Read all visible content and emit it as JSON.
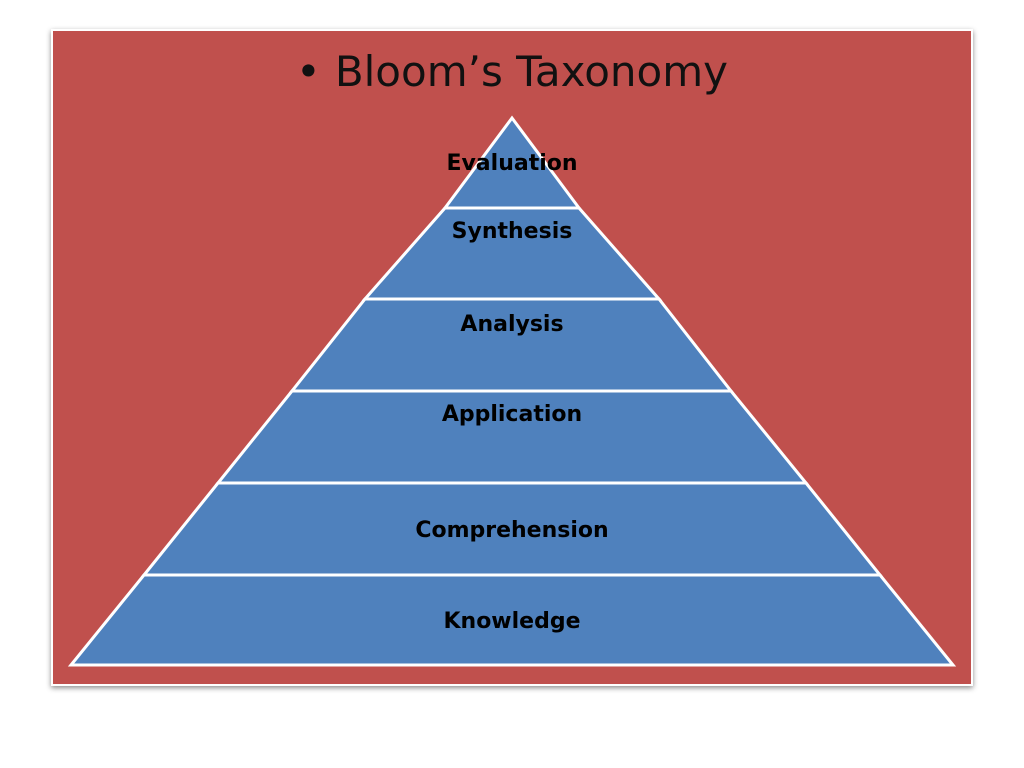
{
  "title": "Bloom’s Taxonomy",
  "bullet": "•",
  "colors": {
    "panel_background": "#c0504d",
    "tier_fill": "#4f81bd",
    "tier_border": "#ffffff",
    "text": "#000000"
  },
  "tiers": [
    {
      "label": "Evaluation"
    },
    {
      "label": "Synthesis"
    },
    {
      "label": "Analysis"
    },
    {
      "label": "Application"
    },
    {
      "label": "Comprehension"
    },
    {
      "label": "Knowledge"
    }
  ]
}
